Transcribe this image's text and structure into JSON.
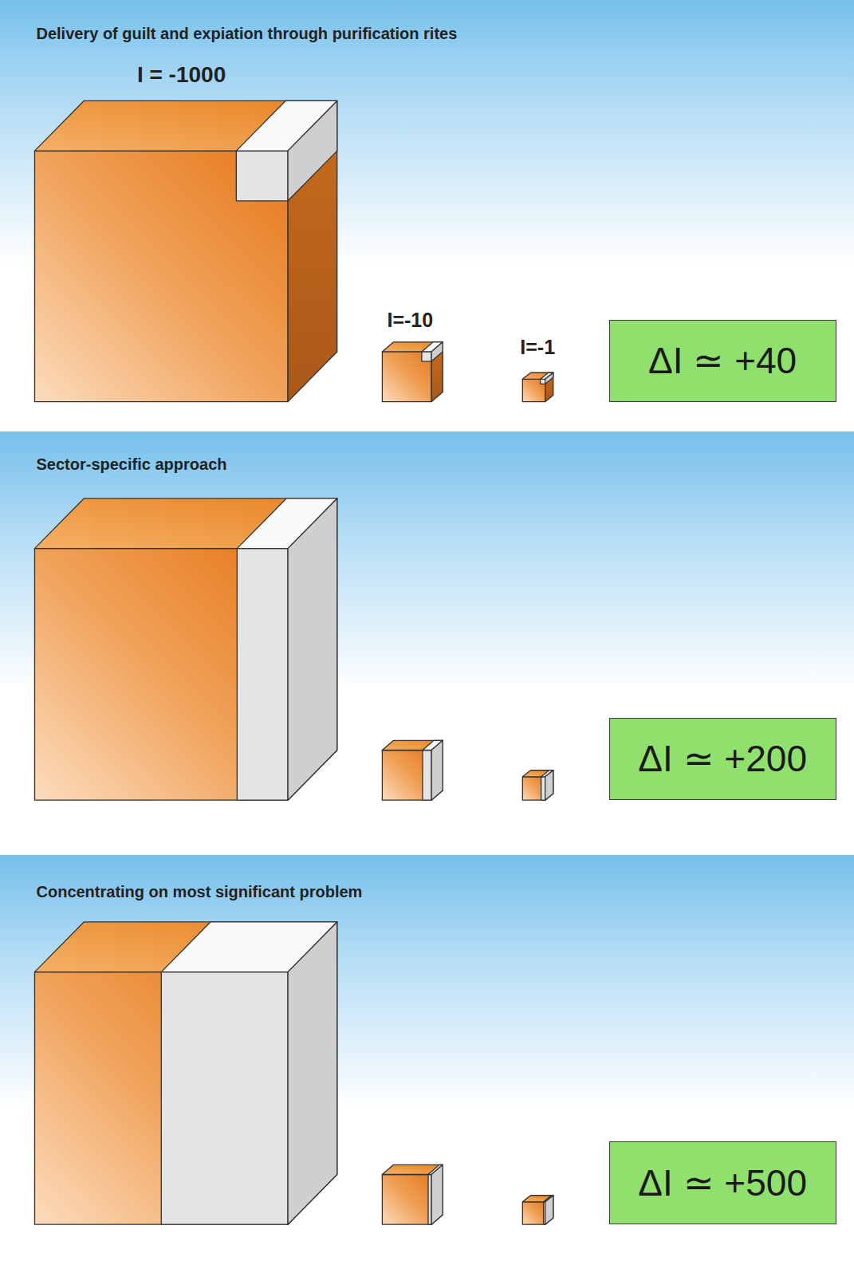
{
  "diagram": {
    "nodes": [
      {
        "text": [
          "Delivery of guilt and expiation through purification rites"
        ]
      },
      {
        "text": [
          "ΔI ≃ +40"
        ],
        "in": 0
      },
      {
        "text": [
          "Sector-specific approach"
        ]
      },
      {
        "text": [
          "ΔI ≃ +200"
        ],
        "in": 2
      },
      {
        "text": [
          "Concentrating on most significant problem"
        ]
      },
      {
        "text": [
          "ΔI ≃ +500"
        ],
        "in": 4
      }
    ],
    "labels": [
      "I = -1000",
      "I=-10",
      "I=-1"
    ]
  }
}
